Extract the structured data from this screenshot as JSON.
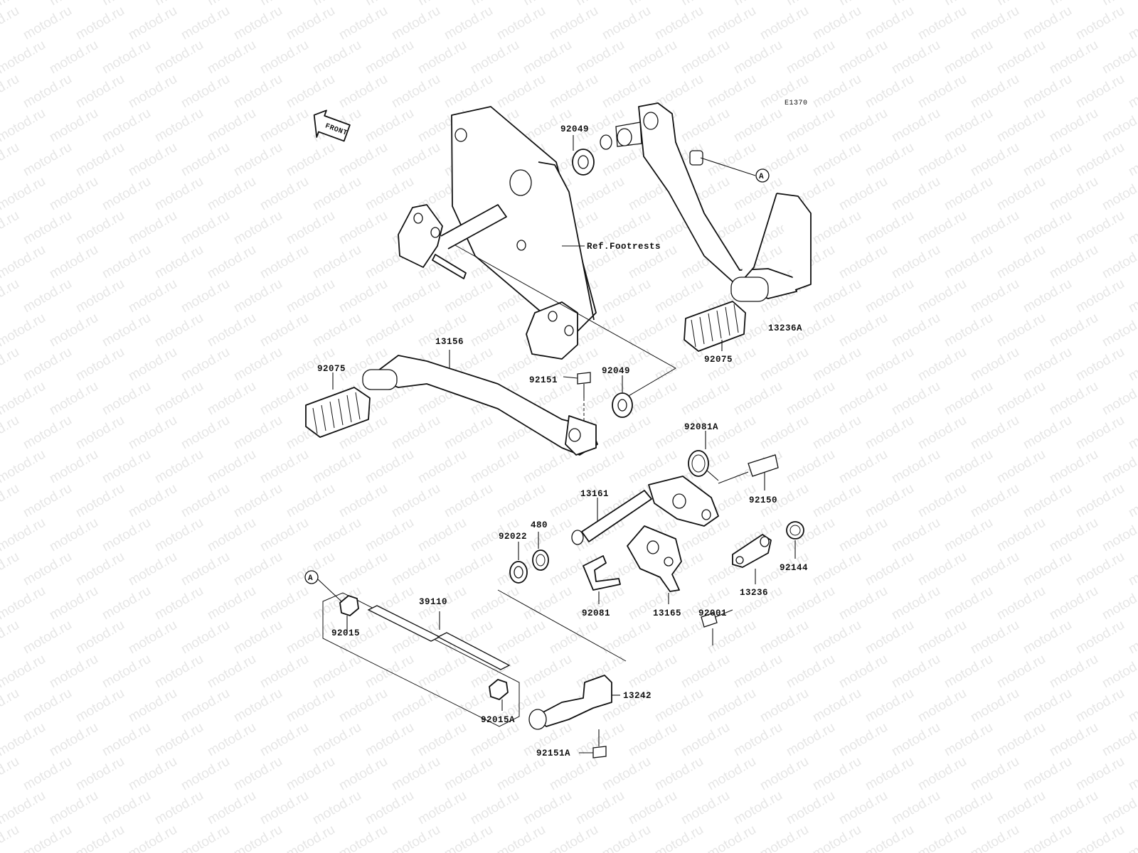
{
  "diagram": {
    "code": "E1370",
    "front_label": "FRONT",
    "watermark": "motod.ru",
    "reference_label": "Ref.Footrests",
    "ref_marker": "A",
    "parts": [
      {
        "id": "p92049a",
        "number": "92049"
      },
      {
        "id": "p13236A",
        "number": "13236A"
      },
      {
        "id": "p92075r",
        "number": "92075"
      },
      {
        "id": "p13156",
        "number": "13156"
      },
      {
        "id": "p92075l",
        "number": "92075"
      },
      {
        "id": "p92151",
        "number": "92151"
      },
      {
        "id": "p92049b",
        "number": "92049"
      },
      {
        "id": "p92081A",
        "number": "92081A"
      },
      {
        "id": "p13161",
        "number": "13161"
      },
      {
        "id": "p92150",
        "number": "92150"
      },
      {
        "id": "p480",
        "number": "480"
      },
      {
        "id": "p92022",
        "number": "92022"
      },
      {
        "id": "p92144",
        "number": "92144"
      },
      {
        "id": "p39110",
        "number": "39110"
      },
      {
        "id": "p92081",
        "number": "92081"
      },
      {
        "id": "p13165",
        "number": "13165"
      },
      {
        "id": "p92001",
        "number": "92001"
      },
      {
        "id": "p13236",
        "number": "13236"
      },
      {
        "id": "p92015",
        "number": "92015"
      },
      {
        "id": "p13242",
        "number": "13242"
      },
      {
        "id": "p92015A",
        "number": "92015A"
      },
      {
        "id": "p92151A",
        "number": "92151A"
      }
    ]
  }
}
